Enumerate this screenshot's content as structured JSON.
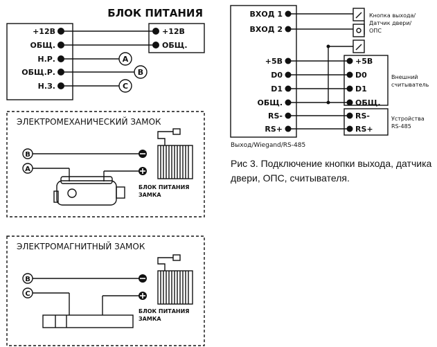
{
  "power_supply": {
    "title": "БЛОК ПИТАНИЯ",
    "left_terminals": [
      "+12В",
      "ОБЩ.",
      "Н.Р.",
      "ОБЩ.Р.",
      "Н.З."
    ],
    "right_terminals": [
      "+12В",
      "ОБЩ."
    ],
    "markers": [
      "A",
      "B",
      "C"
    ]
  },
  "electromech_lock": {
    "title": "ЭЛЕКТРОМЕХАНИЧЕСКИЙ ЗАМОК",
    "markers": [
      "B",
      "A"
    ],
    "psu_label_1": "БЛОК ПИТАНИЯ",
    "psu_label_2": "ЗАМКА"
  },
  "electromag_lock": {
    "title": "ЭЛЕКТРОМАГНИТНЫЙ ЗАМОК",
    "markers": [
      "B",
      "C"
    ],
    "psu_label_1": "БЛОК ПИТАНИЯ",
    "psu_label_2": "ЗАМКА"
  },
  "controller": {
    "inputs": [
      "ВХОД 1",
      "ВХОД 2"
    ],
    "left_terminals": [
      "+5В",
      "D0",
      "D1",
      "ОБЩ.",
      "RS-",
      "RS+"
    ],
    "reader_terminals": [
      "+5В",
      "D0",
      "D1",
      "ОБЩ."
    ],
    "rs_terminals": [
      "RS-",
      "RS+"
    ],
    "sensor_label_1": "Кнопка выхода/",
    "sensor_label_2": "Датчик двери/",
    "sensor_label_3": "ОПС",
    "reader_label_1": "Внешний",
    "reader_label_2": "считыватель",
    "rs_label_1": "Устройства",
    "rs_label_2": "RS-485",
    "footer": "Выход/Wiegand/RS-485"
  },
  "caption": {
    "line1": "Рис 3.  Подключение кнопки выхода, датчика",
    "line2": "двери, ОПС, считывателя."
  }
}
